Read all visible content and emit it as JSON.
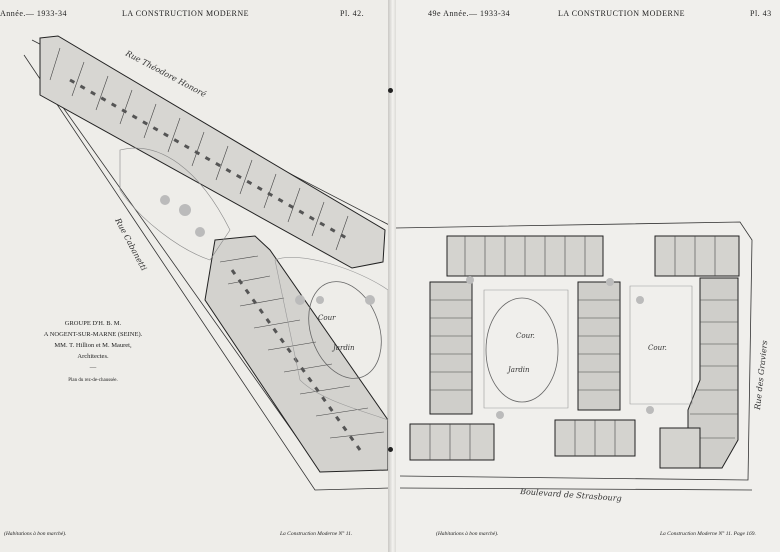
{
  "left_header": {
    "year": "Année.— 1933-34",
    "magazine": "LA CONSTRUCTION MODERNE",
    "plate": "Pl. 42."
  },
  "right_header": {
    "year": "49e Année.— 1933-34",
    "magazine": "LA CONSTRUCTION MODERNE",
    "plate": "Pl. 43"
  },
  "caption": {
    "line1": "GROUPE D'H. B. M.",
    "line2": "A NOGENT-SUR-MARNE (SEINE).",
    "line3": "MM. T. Hillion et M. Mauret,",
    "line4": "Architectes.",
    "dash": "—",
    "subtitle": "Plan du rez-de-chaussée."
  },
  "streets": {
    "top": "Rue Théodore Honoré",
    "diagonal": "Rue Cabanetti",
    "boulevard": "Boulevard de Strasbourg",
    "right": "Rue des Graviers"
  },
  "courts": {
    "left": "Cour",
    "left_garden": "Jardin",
    "center": "Cour.",
    "center_garden": "Jardin",
    "right": "Cour."
  },
  "left_footer": {
    "note": "(Habitations à bon marché).",
    "magazine": "La Construction Moderne N° 11."
  },
  "right_footer": {
    "note": "(Habitations à bon marché).",
    "magazine": "La Construction Moderne N° 11. Page 169."
  }
}
